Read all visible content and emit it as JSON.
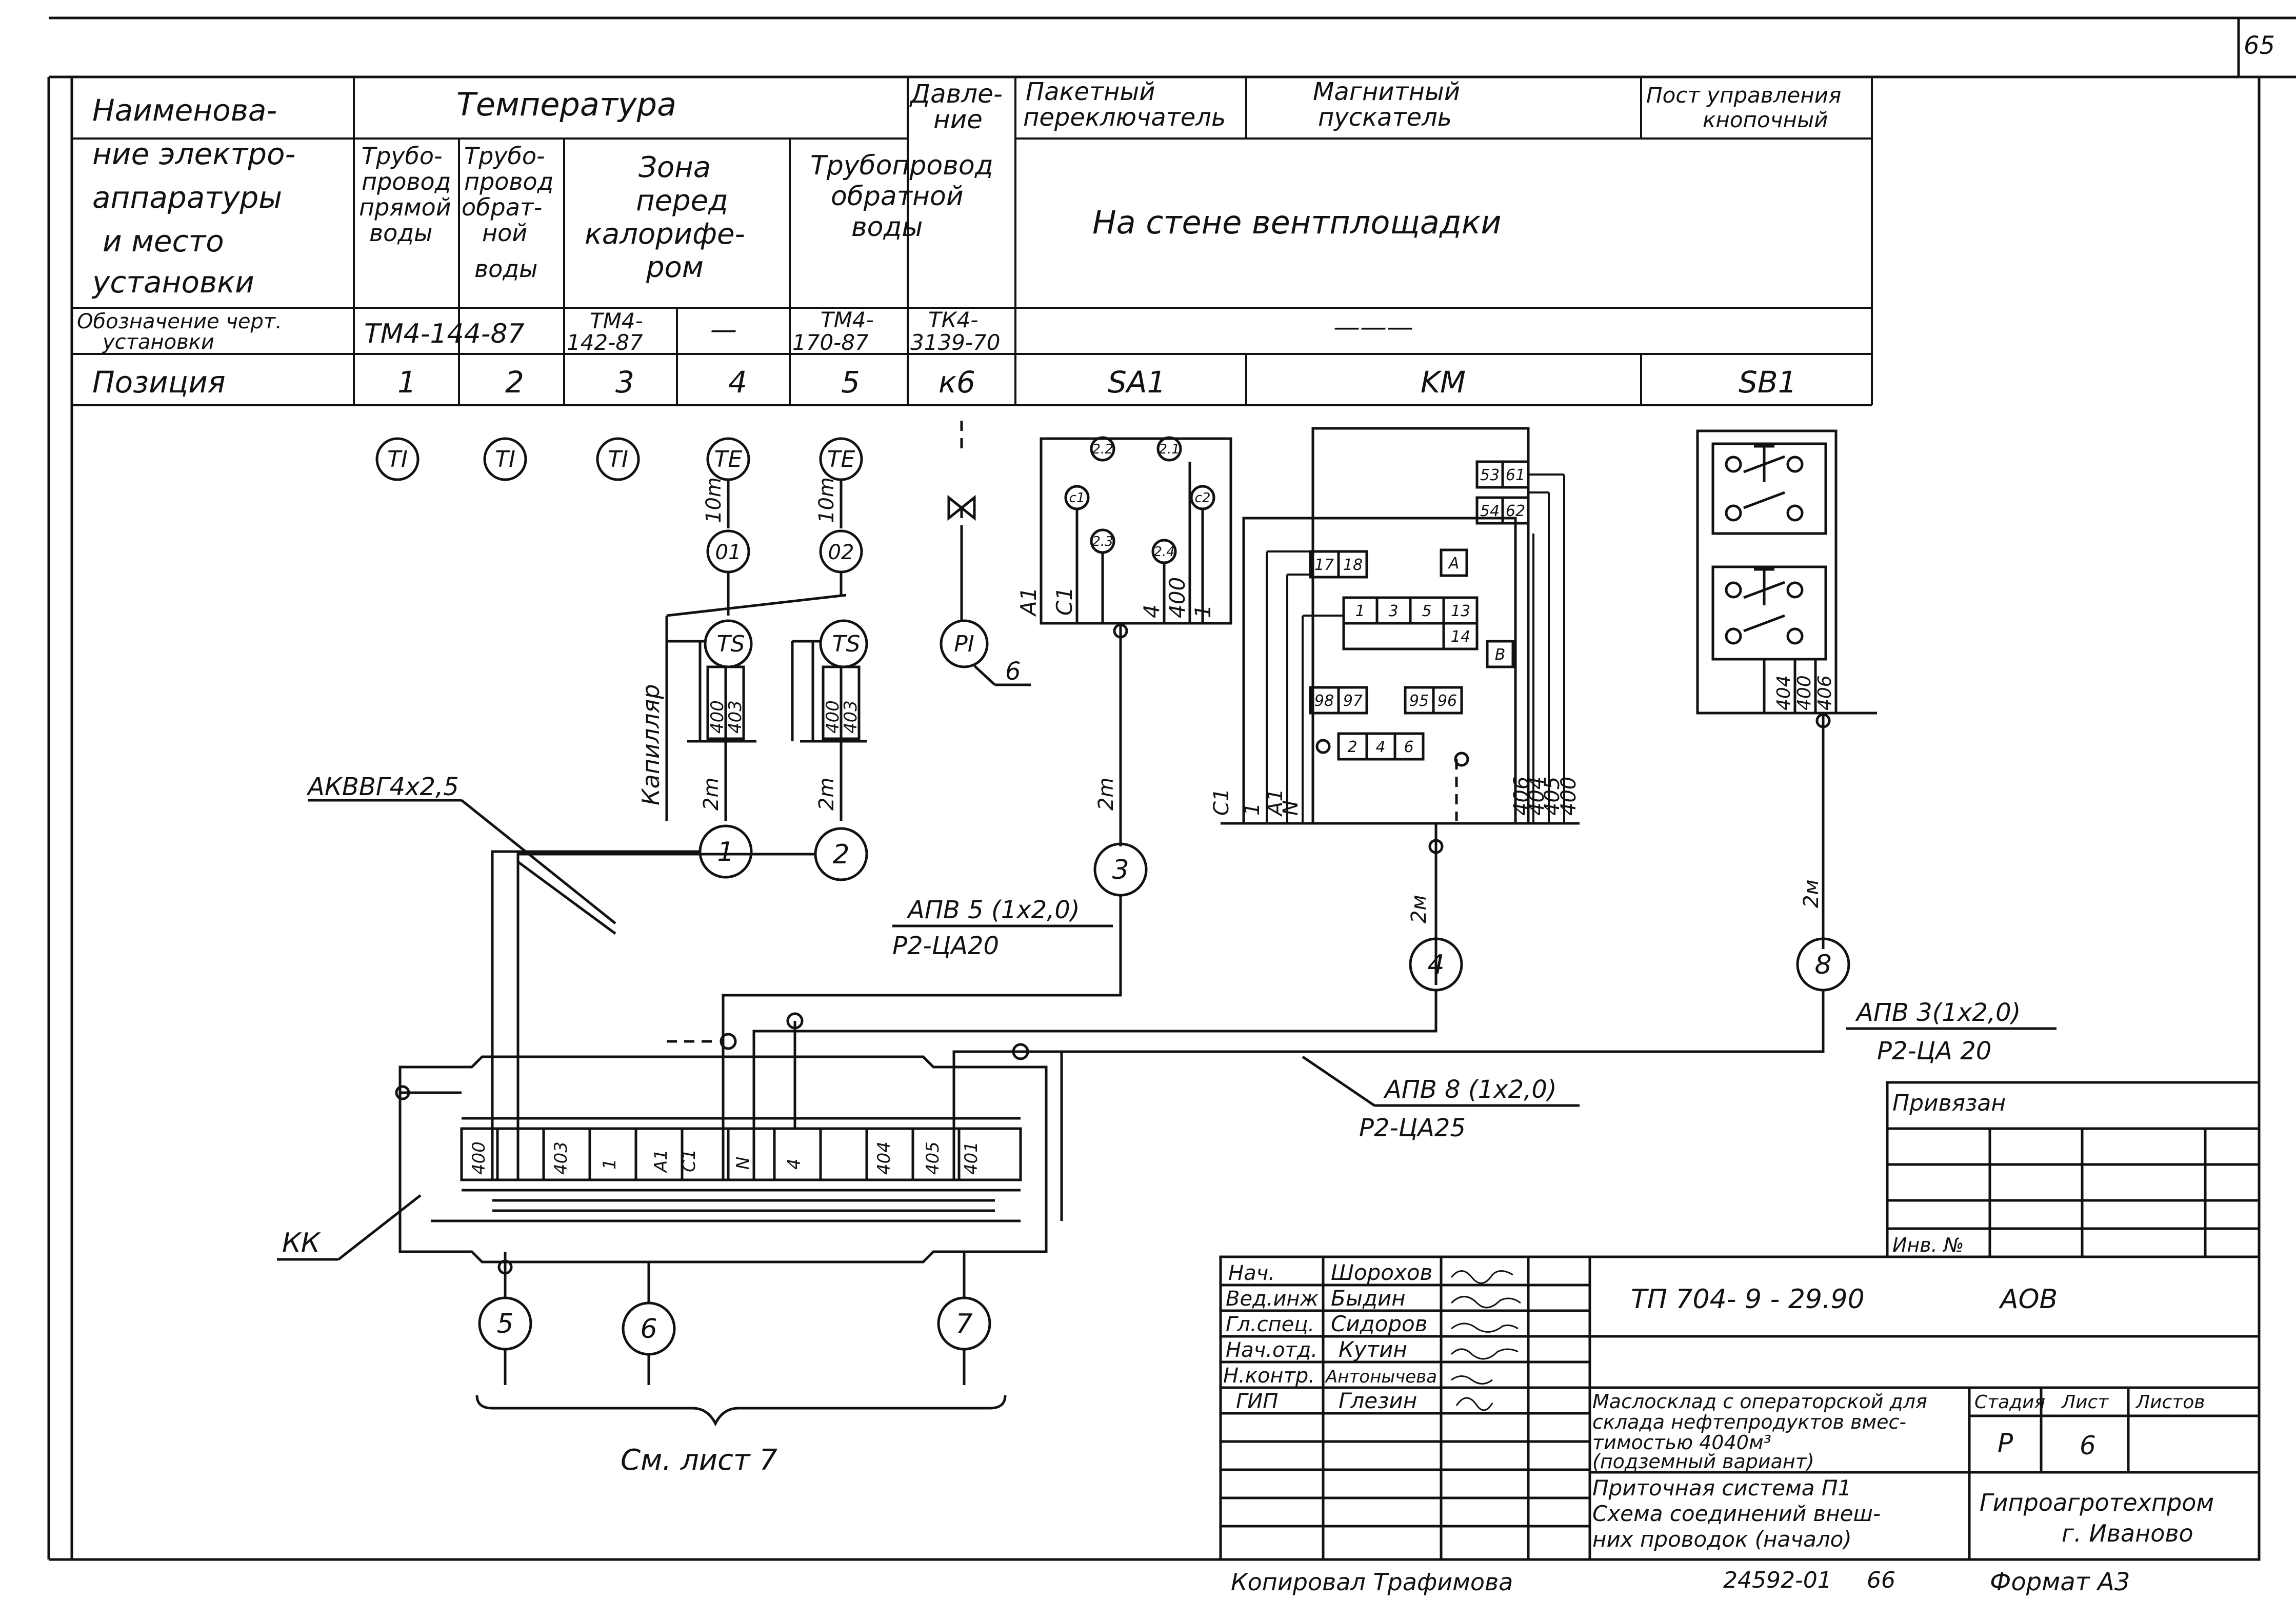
{
  "page_number": "65",
  "header_table": {
    "col_name": [
      "Наименова-",
      "ние электро-",
      "аппаратуры",
      "и место",
      "установки"
    ],
    "temperature": "Температура",
    "pressure": [
      "Давле-",
      "ние"
    ],
    "switch": [
      "Пакетный",
      "переключатель"
    ],
    "starter": [
      "Магнитный",
      "пускатель"
    ],
    "post": [
      "Пост управления",
      "кнопочный"
    ],
    "sub_supply": [
      "Трубо-",
      "провод",
      "прямой",
      "воды"
    ],
    "sub_return": [
      "Трубо-",
      "провод",
      "обрат-",
      "ной",
      "воды"
    ],
    "sub_zone": [
      "Зона",
      "перед",
      "калорифе-",
      "ром"
    ],
    "sub_return2": [
      "Трубопровод",
      "обратной",
      "воды"
    ],
    "wall_note": "На стене вентплощадки",
    "row_drawing_label": [
      "Обозначение черт.",
      "установки"
    ],
    "drawing_1": "ТМ4-144-87",
    "drawing_3": [
      "ТМ4-",
      "142-87"
    ],
    "drawing_4": "—",
    "drawing_5": [
      "ТМ4-",
      "170-87"
    ],
    "drawing_6": [
      "ТК4-",
      "3139-70"
    ],
    "drawing_dash": "———",
    "row_position_label": "Позиция",
    "positions": [
      "1",
      "2",
      "3",
      "4",
      "5",
      "к6",
      "SA1",
      "KM",
      "SB1"
    ]
  },
  "diagram": {
    "sensor_labels": [
      "TI",
      "TI",
      "TI",
      "TE",
      "TE"
    ],
    "pi_label": "PI",
    "pi_number": "6",
    "lengths_10m": [
      "10m",
      "10m"
    ],
    "ts_labels": [
      "TS",
      "TS"
    ],
    "o_labels": [
      "01",
      "02"
    ],
    "terminal_pairs": [
      [
        "400",
        "403"
      ],
      [
        "400",
        "403"
      ]
    ],
    "capillary": "Капилляр",
    "len_2m": [
      "2m",
      "2m",
      "2m",
      "2м",
      "2м"
    ],
    "cable_akvvg": "АКВВГ4х2,5",
    "cable_apv5": "АПВ 5 (1х2,0)",
    "pipe_r2_20": "Р2-ЦА20",
    "cable_apv8": "АПВ 8 (1х2,0)",
    "pipe_r2_25": "Р2-ЦА25",
    "cable_apv3": "АПВ 3(1х2,0)",
    "pipe_r2_20b": "Р2-ЦА 20",
    "circle_nums": [
      "1",
      "2",
      "3",
      "4",
      "8",
      "5",
      "6",
      "7"
    ],
    "sa1_contacts": [
      "2.2",
      "2.1",
      "c1",
      "c2",
      "2.3",
      "2.4"
    ],
    "sa1_terminals": [
      "А1",
      "С1",
      "4",
      "400",
      "1"
    ],
    "km_blocks": [
      "53",
      "61",
      "54",
      "62",
      "17",
      "18",
      "А",
      "1",
      "3",
      "5",
      "13",
      "14",
      "В",
      "98",
      "97",
      "95",
      "96",
      "2",
      "4",
      "6"
    ],
    "km_terminals": [
      "С1",
      "1",
      "А1",
      "N",
      "406",
      "404",
      "405",
      "400"
    ],
    "sb1_terminals": [
      "404",
      "400",
      "406"
    ],
    "kk_label": "КК",
    "kk_terminals": [
      "400",
      "403",
      "1",
      "А1",
      "С1",
      "N",
      "4",
      "404",
      "405",
      "401"
    ],
    "see_sheet": "См. лист 7"
  },
  "stamp": {
    "tied": "Привязан",
    "inv": "Инв. №",
    "rows": [
      {
        "role": "Нач.",
        "name": "Шорохов"
      },
      {
        "role": "Вед.инж",
        "name": "Быдин"
      },
      {
        "role": "Гл.спец.",
        "name": "Сидоров"
      },
      {
        "role": "Нач.отд.",
        "name": "Кутин"
      },
      {
        "role": "Н.контр.",
        "name": "Антонычева"
      },
      {
        "role": "ГИП",
        "name": "Глезин"
      }
    ],
    "doc_code": "ТП 704- 9 - 29.90",
    "section": "АОВ",
    "project_title": [
      "Маслосклад с операторской для",
      "склада нефтепродуктов вмес-",
      "тимостью 4040м³",
      "(подземный вариант)"
    ],
    "stage_label": "Стадия",
    "sheet_label": "Лист",
    "sheets_label": "Листов",
    "stage": "Р",
    "sheet": "6",
    "drawing_title": [
      "Приточная система П1",
      "Схема соединений внеш-",
      "них проводок (начало)"
    ],
    "org": [
      "Гипроагротехпром",
      "г. Иваново"
    ]
  },
  "footer": {
    "copied": "Копировал Трафимова",
    "number": "24592-01",
    "page": "66",
    "format": "Формат А3"
  }
}
